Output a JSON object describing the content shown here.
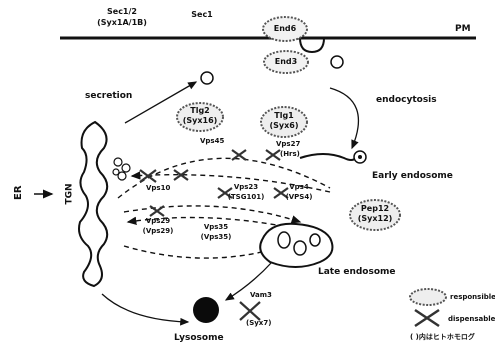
{
  "labels": {
    "sec1_2": "Sec1/2",
    "syx1a_1b": "(Syx1A/1B)",
    "sec1": "Sec1",
    "end6": "End6",
    "pm": "PM",
    "end3": "End3",
    "secretion": "secretion",
    "endocytosis": "endocytosis",
    "tlg2": "Tlg2",
    "syx16": "(Syx16)",
    "tlg1": "Tlg1",
    "syx6": "(Syx6)",
    "vps45": "Vps45",
    "vps27": "Vps27",
    "hrs": "(Hrs)",
    "early_endosome": "Early endosome",
    "er": "ER",
    "tgn": "TGN",
    "vps10": "Vps10",
    "vps23": "Vps23",
    "tsg101": "(TSG101)",
    "vps4": "Vps4",
    "vps4b": "(VPS4)",
    "pep12": "Pep12",
    "syx12": "(Syx12)",
    "vps29": "Vps29",
    "vps29b": "(Vps29)",
    "vps35": "Vps35",
    "vps35b": "(Vps35)",
    "late_endosome": "Late endosome",
    "vam3": "Vam3",
    "syx7": "(Syx7)",
    "lysosome": "Lysosome",
    "legend_responsible": "responsible",
    "legend_dispensable": "dispensable",
    "legend_footnote": "( )内はヒトホモログ"
  }
}
